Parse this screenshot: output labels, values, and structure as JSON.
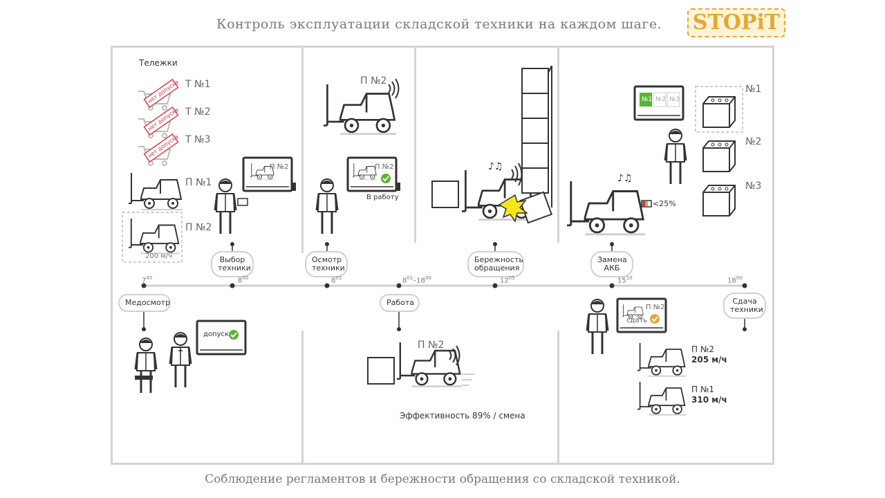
{
  "header": {
    "title": "Контроль эксплуатации  складской  техники  на каждом  шаге."
  },
  "logo": {
    "text": "STOPiT",
    "color": "#e6a833"
  },
  "footer": {
    "text": "Соблюдение регламентов и бережности обращения со складской техникой."
  },
  "colors": {
    "frame": "#d4d4d4",
    "stamp": "#d9363e",
    "ok": "#5bb531",
    "battery": "#e6a833"
  },
  "carts": {
    "heading": "Тележки",
    "items": [
      {
        "label": "Т №1",
        "stamp": "нет допуска"
      },
      {
        "label": "Т №2",
        "stamp": "нет допуска"
      },
      {
        "label": "Т №3",
        "stamp": "нет допуска"
      }
    ]
  },
  "forklifts_start": {
    "p1_label": "П №1",
    "p2_label": "П №2",
    "p2_speed": "200 м/ч"
  },
  "select_screen": {
    "label": "П №2"
  },
  "inspect": {
    "forklift_label": "П №2",
    "screen_label": "П №2",
    "caption": "В работу"
  },
  "medical": {
    "screen_text": "допуск"
  },
  "work": {
    "forklift_label": "П №2",
    "efficiency": "Эффективность 89% / смена"
  },
  "battery": {
    "screen_tabs": [
      "№1",
      "№2",
      "№3"
    ],
    "labels": [
      "№1",
      "№2",
      "№3"
    ],
    "charge": "<25%"
  },
  "return": {
    "screen_label": "П №2",
    "screen_action": "сдать",
    "stats": [
      {
        "name": "П №2",
        "speed": "205 м/ч"
      },
      {
        "name": "П №1",
        "speed": "310 м/ч"
      }
    ]
  },
  "timeline": {
    "steps_top": [
      {
        "label1": "Выбор",
        "label2": "техники"
      },
      {
        "label1": "Осмотр",
        "label2": "техники"
      },
      {
        "label1": "Бережность",
        "label2": "обращения"
      },
      {
        "label1": "Замена",
        "label2": "АКБ"
      }
    ],
    "steps_bottom": [
      {
        "label1": "Медосмотр"
      },
      {
        "label1": "Работа"
      },
      {
        "label1": "Сдача",
        "label2": "техники"
      }
    ],
    "times": [
      {
        "h": "7",
        "m": "45"
      },
      {
        "h": "8",
        "m": "00"
      },
      {
        "h": "8",
        "m": "01"
      },
      {
        "h": "8",
        "m": "01",
        "h2": "18",
        "m2": "00"
      },
      {
        "h": "12",
        "m": "05"
      },
      {
        "h": "15",
        "m": "10"
      },
      {
        "h": "18",
        "m": "00"
      }
    ]
  }
}
